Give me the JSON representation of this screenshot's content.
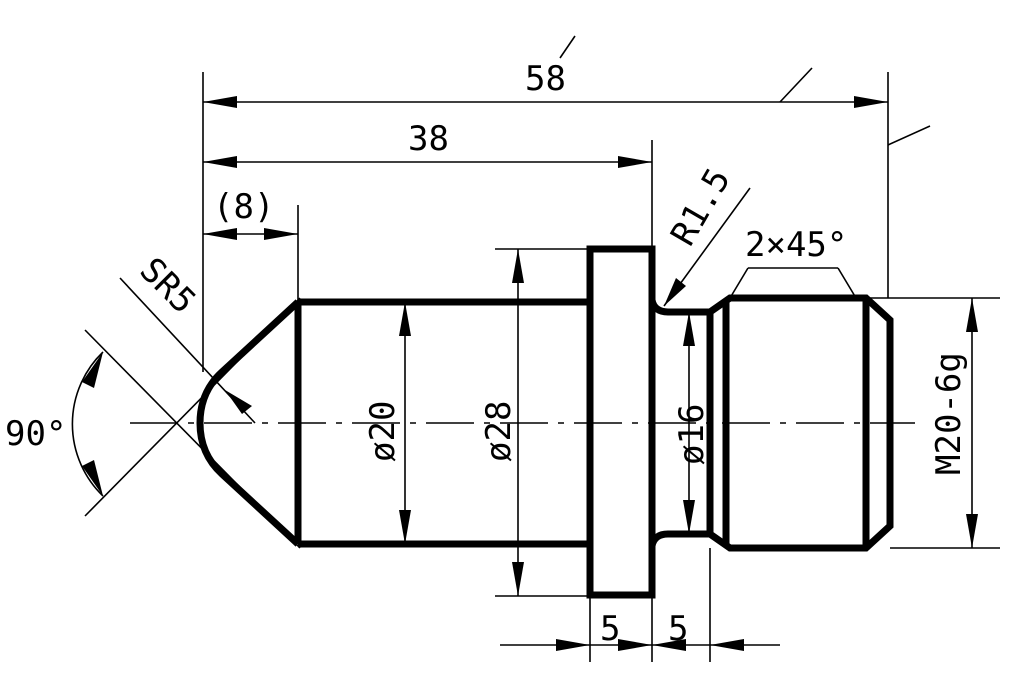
{
  "drawing": {
    "dimensions": {
      "overall_length": "58",
      "length_to_collar": "38",
      "ref_length": "(8)",
      "collar_width": "5",
      "neck_width": "5",
      "sphere_radius": "SR5",
      "fillet_radius": "R1.5",
      "chamfer": "2×45°",
      "cone_angle": "90°",
      "dia_body": "ø20",
      "dia_collar": "ø28",
      "dia_neck": "ø16",
      "thread": "M20-6g"
    }
  }
}
